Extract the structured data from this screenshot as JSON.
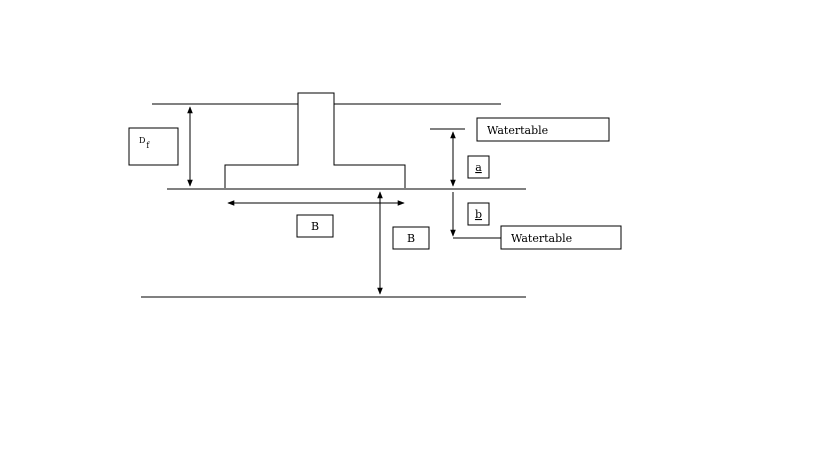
{
  "labels": {
    "df_main": "D",
    "df_sub": "f",
    "watertable_upper": "Watertable",
    "watertable_lower": "Watertable",
    "a": "a",
    "b": "b",
    "width_b_horizontal": "B",
    "depth_b_vertical": "B"
  }
}
